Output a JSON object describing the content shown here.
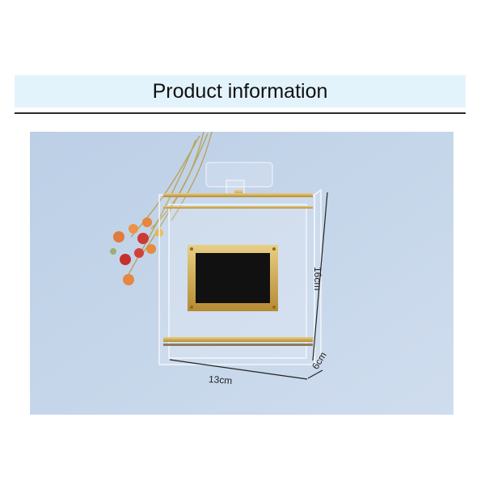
{
  "header": {
    "title": "Product information"
  },
  "photo": {
    "subject": "clear acrylic perfume-bottle clutch bag with dried flowers",
    "dimensions": {
      "width": "13cm",
      "height": "16cm",
      "depth": "6cm"
    },
    "colors": {
      "background": "#c4d6ea",
      "gold": "#c9a24a",
      "label": "#111111"
    }
  }
}
